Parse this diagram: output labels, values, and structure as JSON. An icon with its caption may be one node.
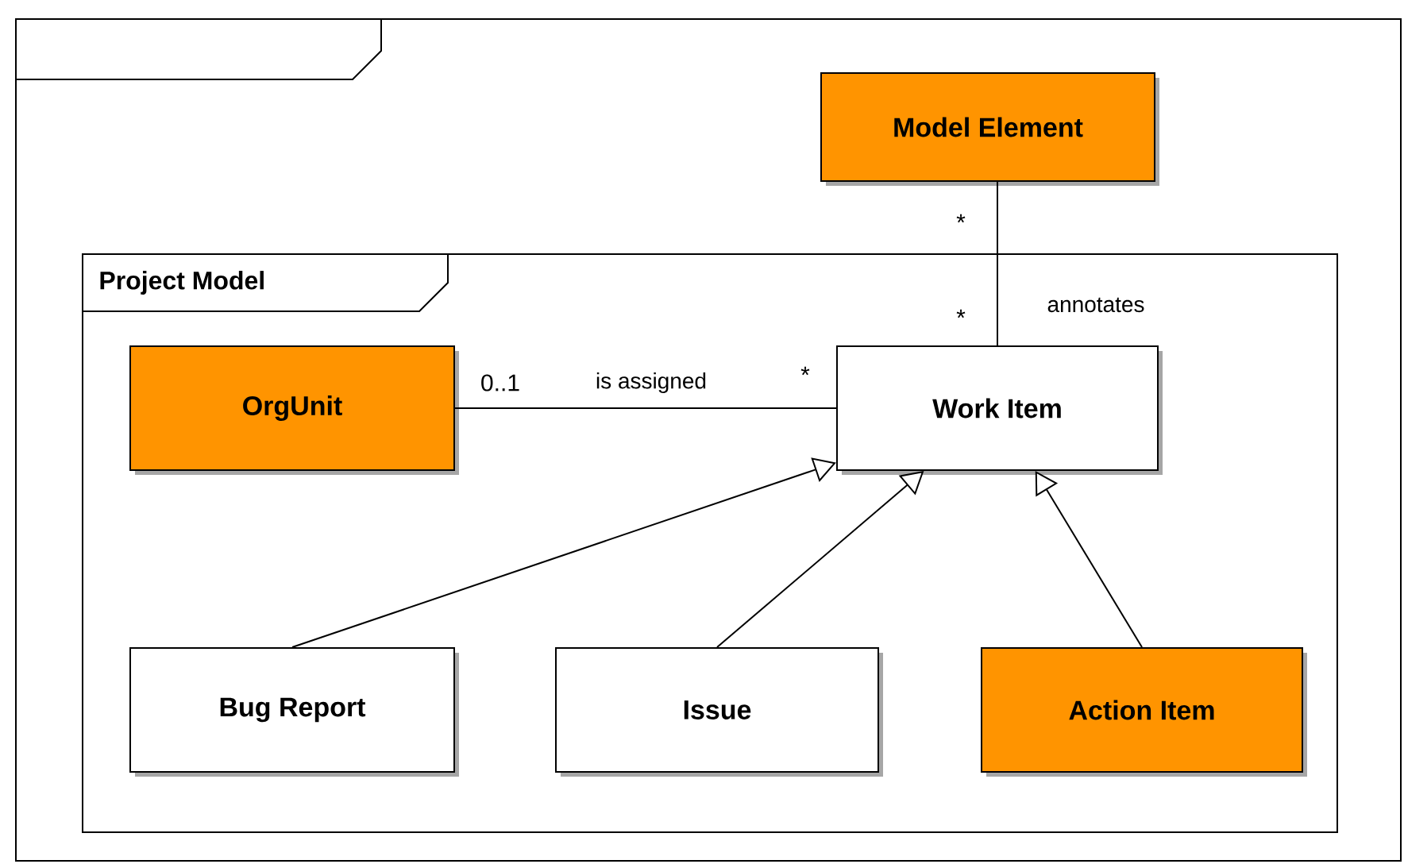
{
  "diagram": {
    "nodes": [
      {
        "text": [],
        "shape": "box"
      },
      {
        "text": [
          "Model Element"
        ],
        "in": 0
      },
      {
        "text": [
          "Project Model"
        ],
        "in": 0
      },
      {
        "text": [
          "OrgUnit"
        ],
        "in": 2
      },
      {
        "text": [
          "Work Item"
        ],
        "in": 2
      },
      {
        "text": [
          "Bug Report"
        ],
        "in": 2
      },
      {
        "text": [
          "Issue"
        ],
        "in": 2
      },
      {
        "text": [
          "Action Item"
        ],
        "in": 2
      }
    ],
    "edges": [
      {
        "from": 1,
        "to": 4,
        "arrow": "none",
        "label": "annotates"
      },
      {
        "from": 3,
        "to": 4,
        "arrow": "none",
        "label": "is assigned"
      },
      {
        "from": 5,
        "to": 4,
        "arrow": "to"
      },
      {
        "from": 6,
        "to": 4,
        "arrow": "to"
      },
      {
        "from": 7,
        "to": 4,
        "arrow": "to"
      }
    ],
    "labels": [
      "*",
      "*",
      "0..1",
      "*"
    ]
  }
}
